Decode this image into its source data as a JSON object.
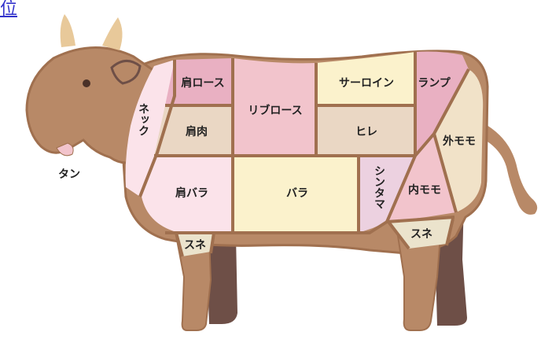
{
  "corner_link": "位",
  "labels": {
    "neck": "ネック",
    "kata_loin": "肩ロース",
    "kata_niku": "肩肉",
    "ribloin": "リブロース",
    "sirloin": "サーロイン",
    "rump": "ランプ",
    "hire": "ヒレ",
    "soto_momo": "外モモ",
    "kata_bara": "肩バラ",
    "bara": "バラ",
    "shintama": "シンタマ",
    "uchi_momo": "内モモ",
    "sune_front": "スネ",
    "sune_rear": "スネ",
    "tan": "タン"
  },
  "colors": {
    "body": "#b88967",
    "outline": "#a0704f",
    "horn": "#e8c99a",
    "dark_leg": "#6e4f47",
    "pink_light": "#fbe3ea",
    "pink_mid": "#f2c4cc",
    "pink_deep": "#e9b0c2",
    "tan": "#ead7c4",
    "cream": "#fbf2cc",
    "lavender": "#ecd1e0",
    "sune": "#ebe3cc"
  }
}
